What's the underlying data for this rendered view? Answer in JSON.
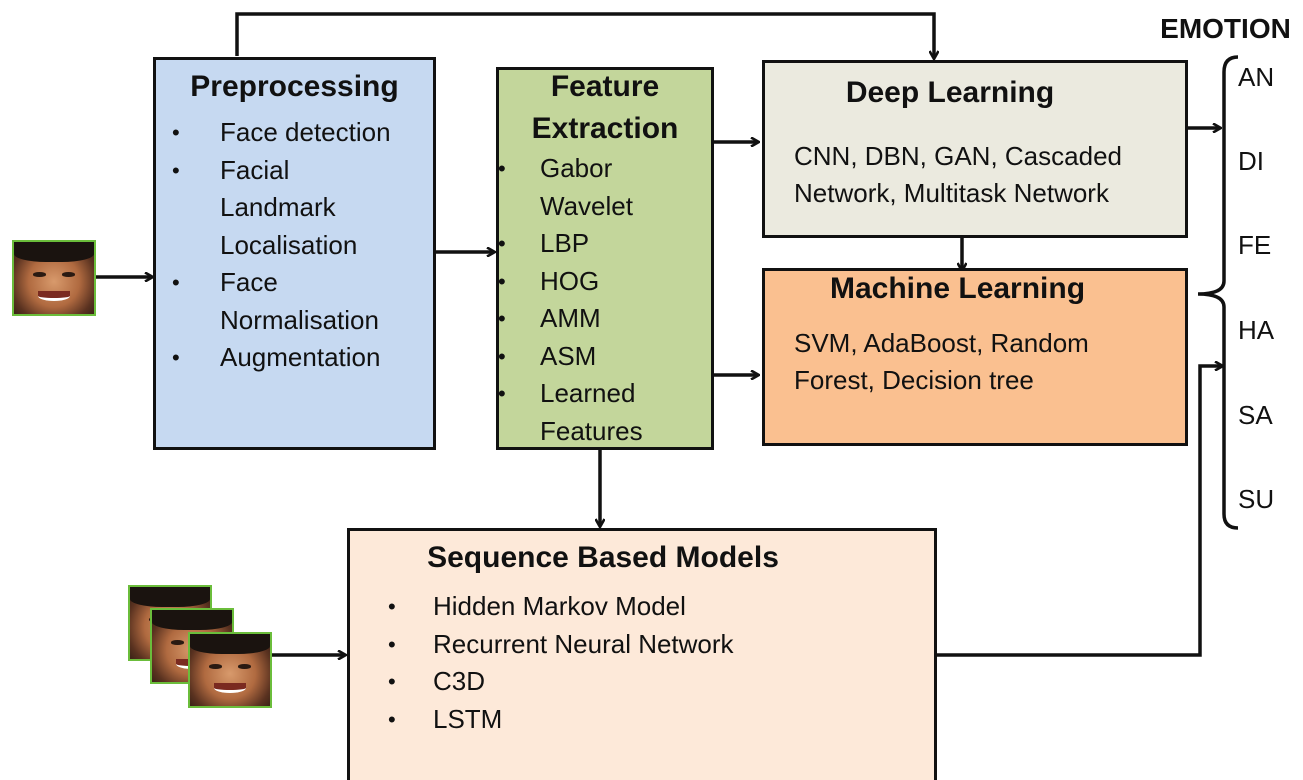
{
  "emotion_header": "EMOTION",
  "emotions": [
    "AN",
    "DI",
    "FE",
    "HA",
    "SA",
    "SU"
  ],
  "preprocessing": {
    "title": "Preprocessing",
    "lines": [
      {
        "bullet": "•",
        "text": "Face detection"
      },
      {
        "bullet": "•",
        "text": "Facial"
      },
      {
        "bullet": "",
        "text": "Landmark"
      },
      {
        "bullet": "",
        "text": "Localisation"
      },
      {
        "bullet": "•",
        "text": "Face"
      },
      {
        "bullet": "",
        "text": "Normalisation"
      },
      {
        "bullet": "•",
        "text": "Augmentation"
      }
    ]
  },
  "feature_extraction": {
    "title_line1": "Feature",
    "title_line2": "Extraction",
    "lines": [
      {
        "bullet": "•",
        "text": "Gabor"
      },
      {
        "bullet": "",
        "text": "Wavelet"
      },
      {
        "bullet": "•",
        "text": "LBP"
      },
      {
        "bullet": "•",
        "text": "HOG"
      },
      {
        "bullet": "•",
        "text": "AMM"
      },
      {
        "bullet": "•",
        "text": "ASM"
      },
      {
        "bullet": "•",
        "text": "Learned"
      },
      {
        "bullet": "",
        "text": "Features"
      }
    ]
  },
  "deep_learning": {
    "title": "Deep Learning",
    "line1": "CNN, DBN, GAN, Cascaded",
    "line2": "Network, Multitask  Network"
  },
  "machine_learning": {
    "title": "Machine Learning",
    "line1": "SVM, AdaBoost, Random",
    "line2": "Forest, Decision tree"
  },
  "sequence_models": {
    "title": "Sequence Based Models",
    "items": [
      "Hidden Markov Model",
      "Recurrent Neural Network",
      "C3D",
      "LSTM"
    ]
  },
  "colors": {
    "preprocessing_fill": "#c6d9f1",
    "feature_fill": "#c3d69b",
    "deep_fill": "#ebeadf",
    "machine_fill": "#fac090",
    "sequence_fill": "#fde9d9",
    "border": "#111111"
  }
}
